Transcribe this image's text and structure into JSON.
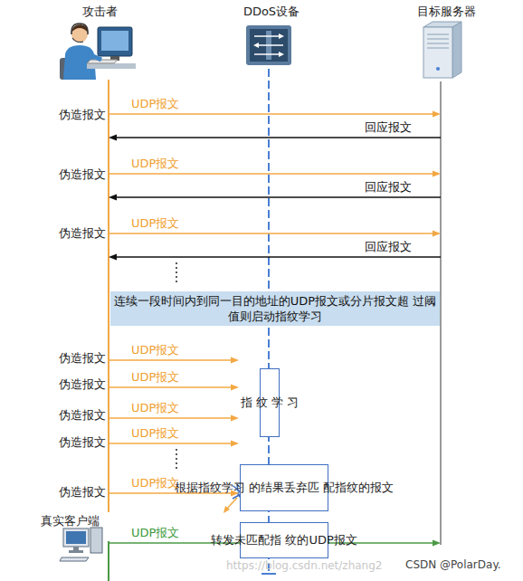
{
  "diagram": {
    "nodes": [
      {
        "text": [
          "攻击者"
        ]
      },
      {
        "text": [
          "DDoS设备"
        ]
      },
      {
        "text": [
          "目标服务器"
        ]
      },
      {
        "text": [
          "连续一段时间内到同一目的地址的UDP报文或分片报文超 过阈值则启动指纹学习"
        ]
      },
      {
        "text": [
          "指 纹 学 习"
        ],
        "in": 1
      },
      {
        "text": [
          "根据指纹学习 的结果丢弃匹 配指纹的报文"
        ],
        "in": 1
      },
      {
        "text": [
          "真实客户端"
        ]
      },
      {
        "text": [
          "转发未匹配指 纹的UDP报文"
        ],
        "in": 1
      }
    ],
    "edges": [
      {
        "from": 0,
        "to": 2,
        "arrow": "to",
        "label": "UDP报文"
      },
      {
        "from": 2,
        "to": 0,
        "arrow": "to",
        "label": "回应报文"
      },
      {
        "from": 0,
        "to": 2,
        "arrow": "to",
        "label": "UDP报文"
      },
      {
        "from": 2,
        "to": 0,
        "arrow": "to",
        "label": "回应报文"
      },
      {
        "from": 0,
        "to": 2,
        "arrow": "to",
        "label": "UDP报文"
      },
      {
        "from": 2,
        "to": 0,
        "arrow": "to",
        "label": "回应报文"
      },
      {
        "from": 0,
        "to": 1,
        "arrow": "to",
        "label": "UDP报文"
      },
      {
        "from": 0,
        "to": 1,
        "arrow": "to",
        "label": "UDP报文"
      },
      {
        "from": 0,
        "to": 1,
        "arrow": "to",
        "label": "UDP报文"
      },
      {
        "from": 0,
        "to": 1,
        "arrow": "to",
        "label": "UDP报文"
      },
      {
        "from": 0,
        "to": 1,
        "arrow": "to",
        "label": "UDP报文"
      },
      {
        "from": 6,
        "to": 2,
        "arrow": "to",
        "label": "UDP报文"
      }
    ],
    "labels": [
      "伪造报文",
      "伪造报文",
      "伪造报文",
      "伪造报文",
      "伪造报文",
      "伪造报文",
      "伪造报文",
      "伪造报文",
      "https://blog.csdn.net/zhang2",
      "CSDN @PolarDay."
    ]
  }
}
